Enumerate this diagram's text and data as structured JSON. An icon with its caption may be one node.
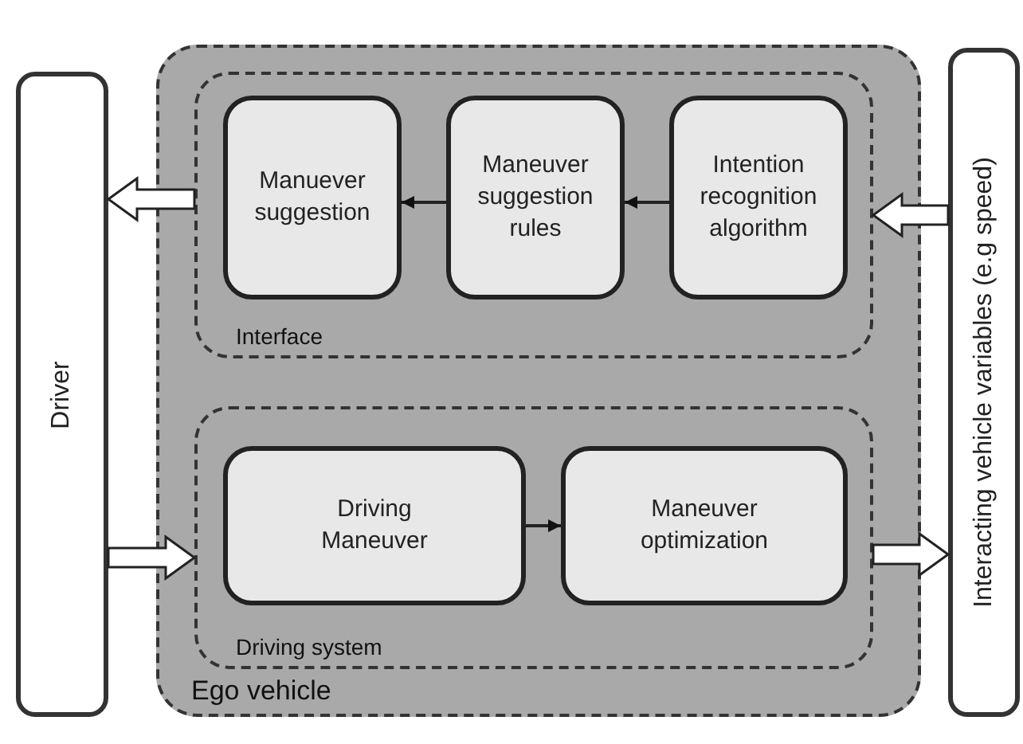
{
  "diagram": {
    "nodes": [
      {
        "text": [
          "Driver"
        ]
      },
      {
        "text": [
          "Ego vehicle"
        ]
      },
      {
        "text": [
          "Interface"
        ],
        "in": 1
      },
      {
        "text": [
          "Manuever suggestion"
        ],
        "in": 2
      },
      {
        "text": [
          "Maneuver suggestion rules"
        ],
        "in": 2
      },
      {
        "text": [
          "Intention recognition algorithm"
        ],
        "in": 2
      },
      {
        "text": [
          "Driving system"
        ],
        "in": 1
      },
      {
        "text": [
          "Driving Maneuver"
        ],
        "in": 6
      },
      {
        "text": [
          "Maneuver optimization"
        ],
        "in": 6
      },
      {
        "text": [
          "Interacting vehicle variables (e.g speed)"
        ]
      }
    ],
    "edges": [
      {
        "from": 9,
        "to": 2,
        "arrow": "to",
        "style": "thick"
      },
      {
        "from": 2,
        "to": 0,
        "arrow": "to",
        "style": "thick"
      },
      {
        "from": 5,
        "to": 4,
        "arrow": "to"
      },
      {
        "from": 4,
        "to": 3,
        "arrow": "to"
      },
      {
        "from": 0,
        "to": 6,
        "arrow": "to",
        "style": "thick"
      },
      {
        "from": 7,
        "to": 8,
        "arrow": "to"
      },
      {
        "from": 6,
        "to": 9,
        "arrow": "to",
        "style": "thick"
      }
    ]
  }
}
